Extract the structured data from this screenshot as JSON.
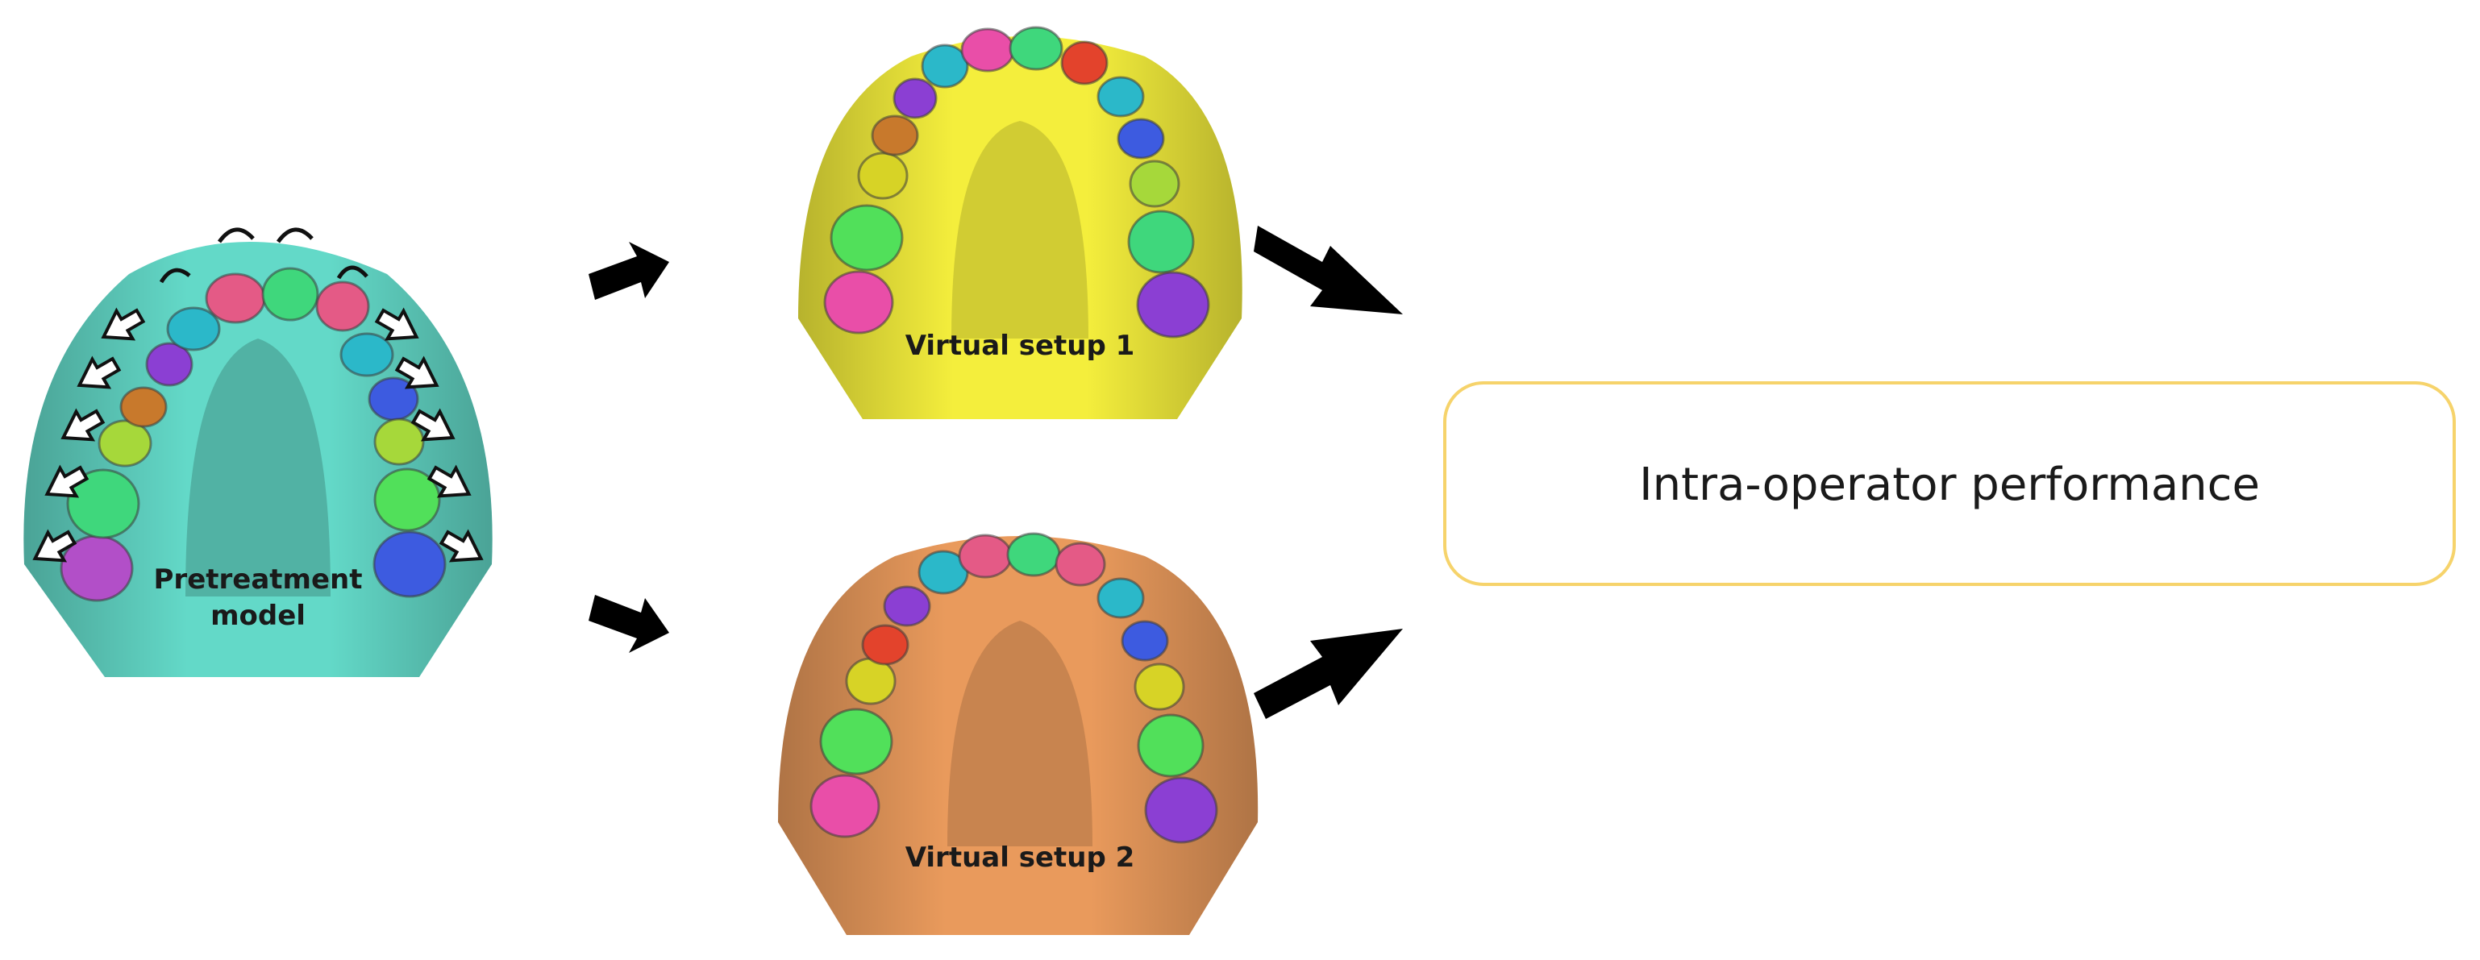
{
  "models": {
    "pretreatment": {
      "label_line1": "Pretreatment",
      "label_line2": "model",
      "color": "#63d9c8"
    },
    "setup1": {
      "label": "Virtual setup 1",
      "color": "#f4ee3c"
    },
    "setup2": {
      "label": "Virtual setup 2",
      "color": "#e99a5c"
    }
  },
  "result": {
    "label": "Intra-operator performance",
    "border_color": "#f6d36b"
  },
  "tooth_colors": [
    "#b24fc8",
    "#e94ea8",
    "#3fd77c",
    "#e45a86",
    "#2bb8c9",
    "#8b3fd3",
    "#c8792c",
    "#a6d83a",
    "#51e05a",
    "#3d5be0",
    "#d7d326",
    "#e3432c"
  ]
}
